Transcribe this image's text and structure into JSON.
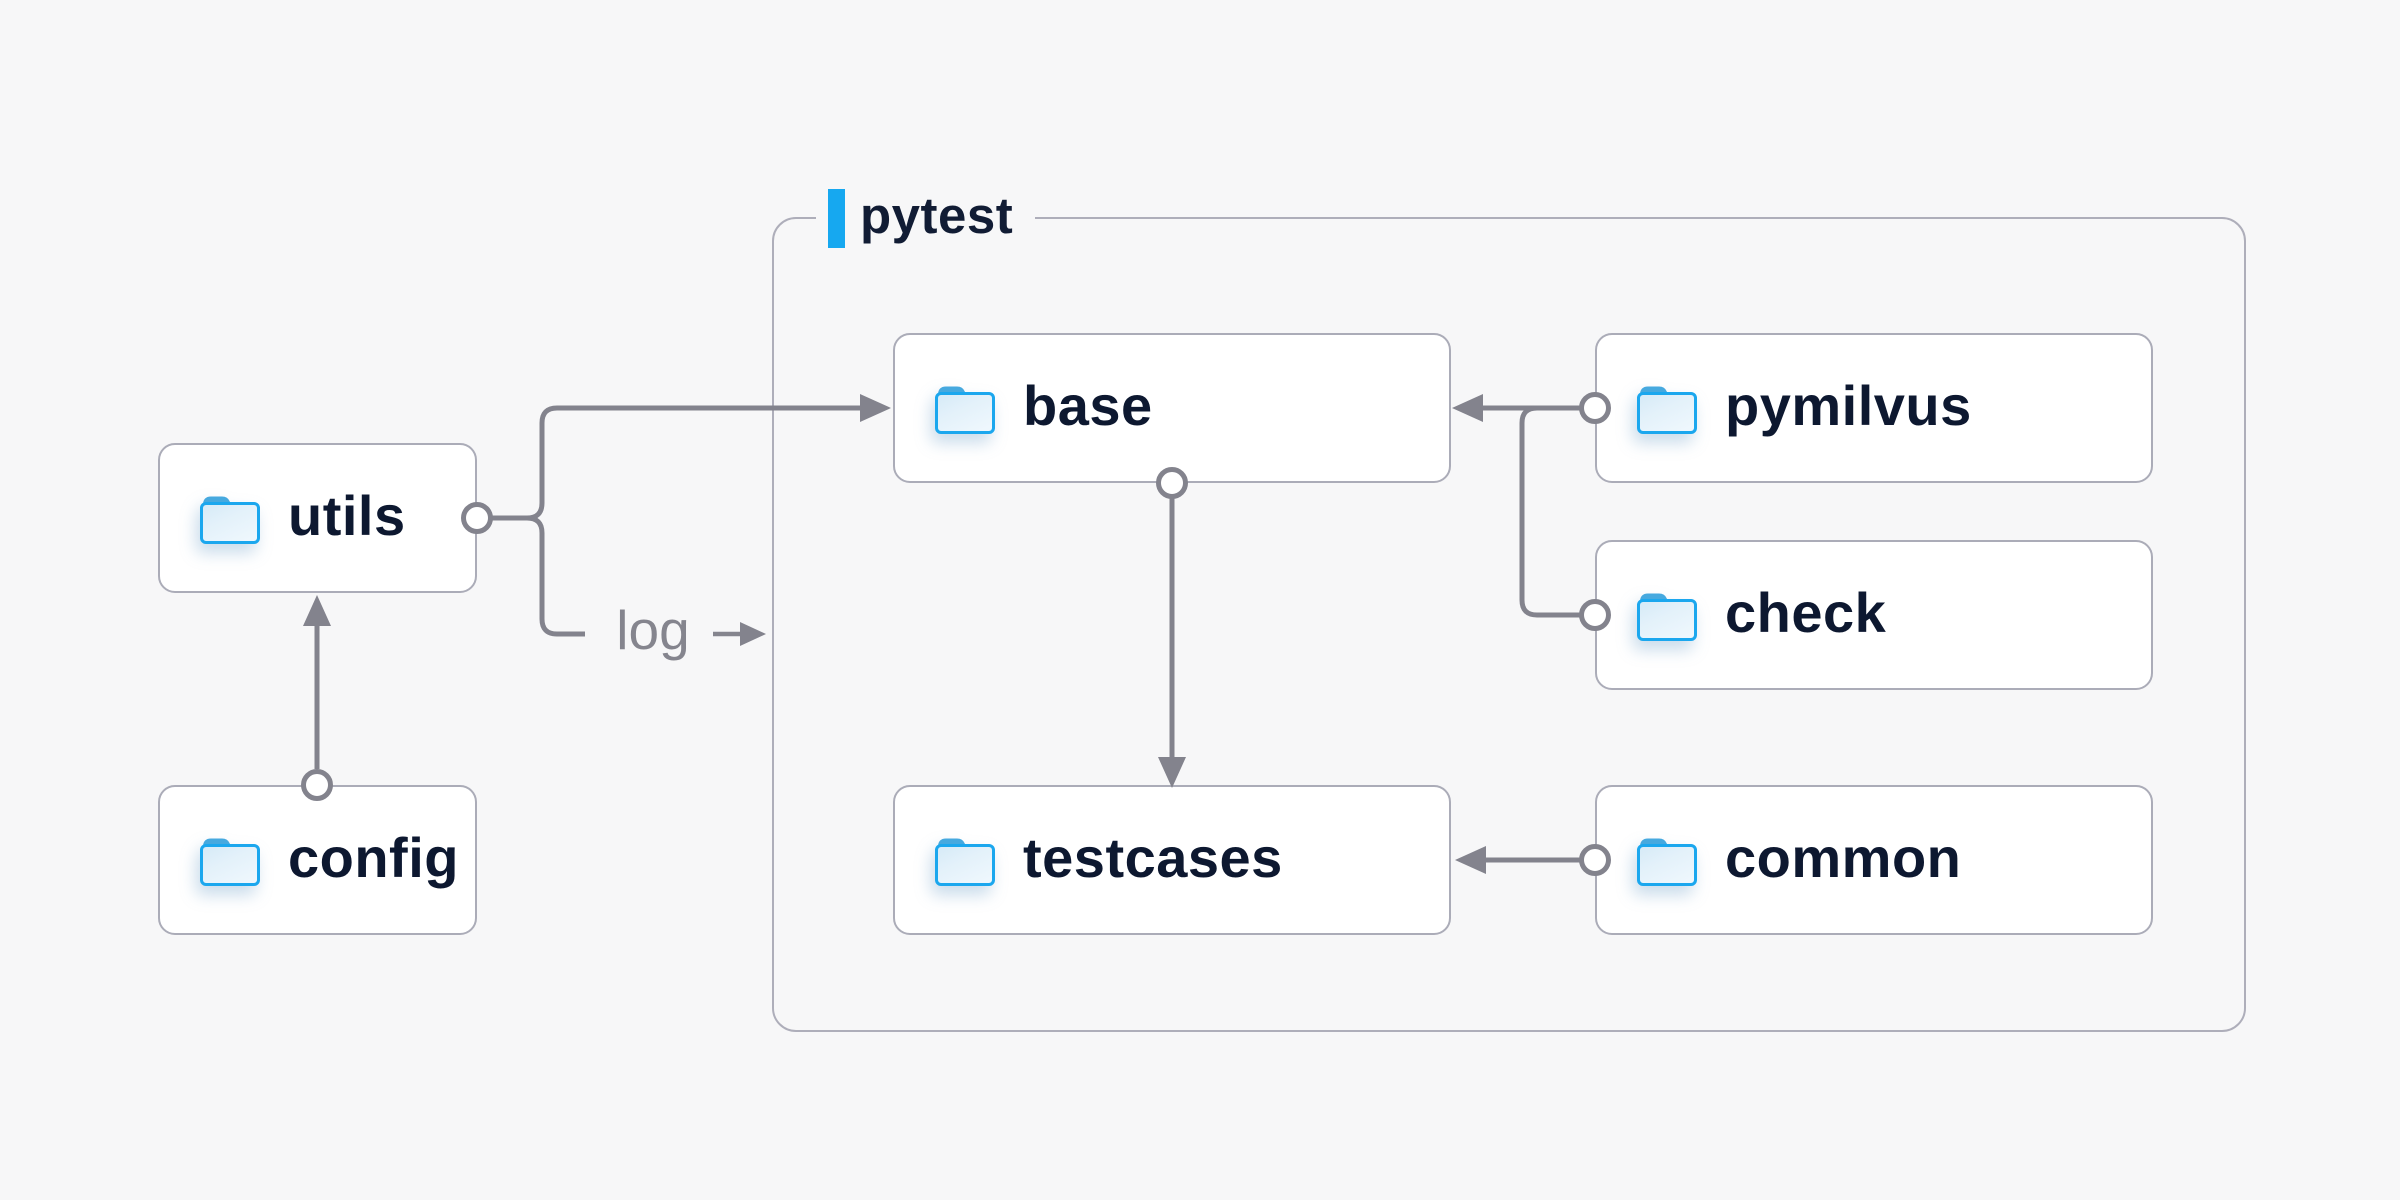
{
  "page": {
    "background_color": "#f7f7f8"
  },
  "diagram": {
    "container": {
      "label": "pytest",
      "accent_color": "#16a8f0",
      "border_color": "#aeaeba"
    },
    "nodes": {
      "utils": {
        "label": "utils",
        "icon": "folder-icon"
      },
      "config": {
        "label": "config",
        "icon": "folder-icon"
      },
      "base": {
        "label": "base",
        "icon": "folder-icon"
      },
      "pymilvus": {
        "label": "pymilvus",
        "icon": "folder-icon"
      },
      "check": {
        "label": "check",
        "icon": "folder-icon"
      },
      "testcases": {
        "label": "testcases",
        "icon": "folder-icon"
      },
      "common": {
        "label": "common",
        "icon": "folder-icon"
      }
    },
    "log_label": "log",
    "edges": [
      {
        "from": "config",
        "to": "utils",
        "end": "arrow"
      },
      {
        "from": "utils",
        "to": "base",
        "end": "arrow"
      },
      {
        "from": "utils",
        "to": "log-label",
        "end": "plain"
      },
      {
        "from": "log-label",
        "to": "pytest-container",
        "end": "arrow"
      },
      {
        "from": "base",
        "to": "testcases",
        "end": "arrow"
      },
      {
        "from": "pymilvus",
        "to": "base",
        "end": "arrow"
      },
      {
        "from": "pymilvus",
        "to": "check",
        "end": "plain"
      },
      {
        "from": "common",
        "to": "testcases",
        "end": "arrow"
      }
    ],
    "colors": {
      "node_background": "#ffffff",
      "node_border": "#abacb8",
      "node_text": "#0d1830",
      "connector": "#83838d",
      "log_text": "#85858e",
      "folder_outline": "#1ba7ee",
      "folder_tab": "#46a9df",
      "folder_fill_light": "#eef7fd",
      "folder_fill_dark": "#d5eaf7"
    }
  }
}
